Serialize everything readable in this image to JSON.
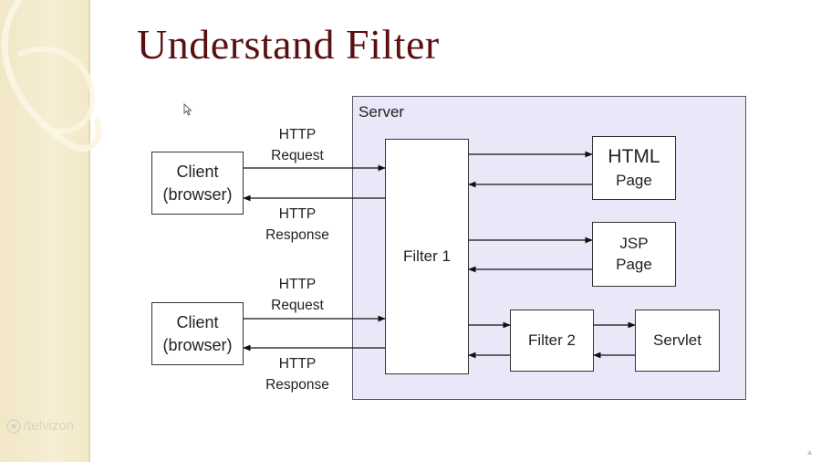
{
  "slide": {
    "title": "Understand Filter"
  },
  "server": {
    "label": "Server"
  },
  "clients": [
    {
      "line1": "Client",
      "line2": "(browser)"
    },
    {
      "line1": "Client",
      "line2": "(browser)"
    }
  ],
  "labels": {
    "request_1": {
      "line1": "HTTP",
      "line2": "Request"
    },
    "response_1": {
      "line1": "HTTP",
      "line2": "Response"
    },
    "request_2": {
      "line1": "HTTP",
      "line2": "Request"
    },
    "response_2": {
      "line1": "HTTP",
      "line2": "Response"
    }
  },
  "components": {
    "filter1": "Filter 1",
    "html_page": {
      "line1": "HTML",
      "line2": "Page"
    },
    "jsp_page": {
      "line1": "JSP",
      "line2": "Page"
    },
    "filter2": "Filter 2",
    "servlet": "Servlet"
  },
  "watermark": {
    "text": "/telvizon"
  },
  "colors": {
    "title": "#5a1010",
    "server_fill": "#e9e8f8",
    "side_band": "#f2e7c6"
  }
}
